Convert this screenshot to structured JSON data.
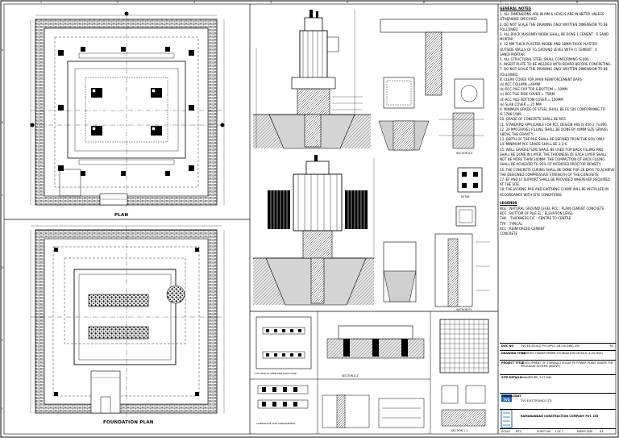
{
  "drawing": {
    "plan_title": "PLAN",
    "foundation_plan_title": "FOUNDATION PLAN",
    "section_labels": [
      "SECTION X-X",
      "SECTION Y-Y",
      "SECTION Z-Z",
      "SECTION 1-1"
    ],
    "detail_labels": [
      "DETAIL",
      "TOP VIEW OF OPEN END STRUCTURE",
      "ALTERNATIVE SKID ARRANGEMENT"
    ],
    "edge_letters": [
      "A",
      "B",
      "C",
      "D",
      "E",
      "F"
    ],
    "edge_numbers": [
      "1",
      "2",
      "3",
      "4",
      "5",
      "6",
      "7",
      "8"
    ]
  },
  "general_notes": {
    "title": "GENERAL NOTES",
    "items": [
      "1.  ALL DIMENSIONS ARE IN MM & LEVELS ARE IN METER UNLESS",
      "     OTHERWISE SPECIFIED",
      "2.  DO NOT SCALE THE DRAWING ONLY WRITTEN DIMENSION TO BE",
      "     FOLLOWED",
      "3.  ALL BRICK MASONRY WORK SHALL BE DONE 1 CEMENT : 6 SAND",
      "     MORTAR.",
      "4.  12 MM THICK PLASTER INSIDE AND 18MM THICK PLASTER",
      "     OUTSIDE WALLS OF TG GROUND LEVEL  WITH (1 CEMENT : 4",
      "     SAND) MORTAR.",
      "5.  ALL STRUCTURAL STEEL SHALL CONFORMING IS 800",
      "6.  INSERT PLATE TO BE WELDED WITH BOARD BEFORE CONCRETING.",
      "7.  DO NOT SCALE THE DRAWING ONLY WRITTEN DIMENSION TO BE",
      "     FOLLOWED",
      "8.  CLEAR COVER FOR MAIN REINFORCEMENT BARS",
      "     (a)   RCC COLUMN =40MM",
      "     (b)   RCC PILE CAP TOP & BOTTOM = 50MM",
      "     (c)   RCC PILE SIDE COVER = 75MM",
      "     (d)   RCC PILE BOTTOM COVER = 100MM",
      "     (e)   SLAB COVER = 25 MM",
      "9.  MINIMUM GRADE OF STEEL SHALL BE FE 500 CONFORMING TO",
      "     IS 1786:1989",
      "10. GRADE OF CONCRETE SHALL BE M25",
      "11. STANDARD APPLICABLE FOR RCC DESIGN ARE IS 456:2, IS 800",
      "12. 20 MM GRAVEL FILLING SHALL BE DONE BY 40MM SIZE GRAVEL",
      "     ABOVE THE GRAVITY.",
      "13. DEPTH OF THE PILE SHALL BE DEFINED FROM THE SOIL ONLY",
      "14. MINIMUM PCC GRADE SHALL BE 1:3:6.",
      "15. WELL GRADED SOIL SHALL BE USED FOR BACK FILLING AND",
      "     SHALL BE DONE IN LAYER. THE THICKNESS OF EACH LAYER SHALL",
      "     NOT BE MORE THAN 200MM. THE COMPACTION OF BACK FILLING",
      "     SHALL BE ACHIEVED TO 95% OF MODIFIED PROCTOR DENSITY.",
      "16. THE CONCRETE CURING SHALL BE DONE FOR 28 DAYS TO ACHIEVE",
      "     THE DESIGNED COMPRESSIVE STRENGTH OF THE CONCRETE.",
      "17. EF AND LF SUPPORT SHALL BE PROVIDED WHEREVER REQUIRED",
      "     AT THE SITE.",
      "18. THE JACKING PAD AND EARTHING CLAMP WILL BE INSTALLED IN",
      "     ACCORDANCE WITH SITE CONDITIONS"
    ]
  },
  "legends": {
    "title": "LEGENDS",
    "items": [
      "NGL  : NATURAL GROUND LEVEL     PCC  : PLAIN CEMENT CONCRETE",
      "BOT  : BOTTOM OF PILE               EL    : ELEVATION LEVEL",
      "THK. : THICKNESS                      C/C   : CENTRE TO CENTRE",
      "TYP. : TYPICAL",
      "RCC  : REINFORCED CEMENT",
      "          CONCRETE"
    ]
  },
  "title_block": {
    "drawing_title_key": "DRAWING TITLE",
    "drawing_title": "INVERTER TRANSFORMER FOUNDATION DETAILS (4.95 MVA)",
    "project_title_key": "PROJECT TITLE",
    "project_title": "DEVELOPMENT OF 25MW(AC) SOLAR PV POWER PLANT UNDER THE PM-KUSUM SCHEME (MSKVY)",
    "site_key": "SITE DETAILS",
    "site": "ANANDPURE_7.07 MW",
    "consultant_key": "CONSULTANT",
    "consultant": "TVS ELECTRONICS LTD",
    "consultant_logo": "TVS",
    "contractor": "RAMANANDAN CONSTRUCTION COMPANY PVT. LTD",
    "scale_key": "SCALE",
    "scale": "NTS",
    "sheet_key": "SHEET NO",
    "sheet": "1 OF 1",
    "paper_key": "PAPER SIZE",
    "paper": "A3",
    "doc_key": "DOC NO",
    "doc_no": "TVS-EE-SD-ELE-PVT-SPV-1.08-CIV-DWG-350",
    "rev": "R0"
  }
}
